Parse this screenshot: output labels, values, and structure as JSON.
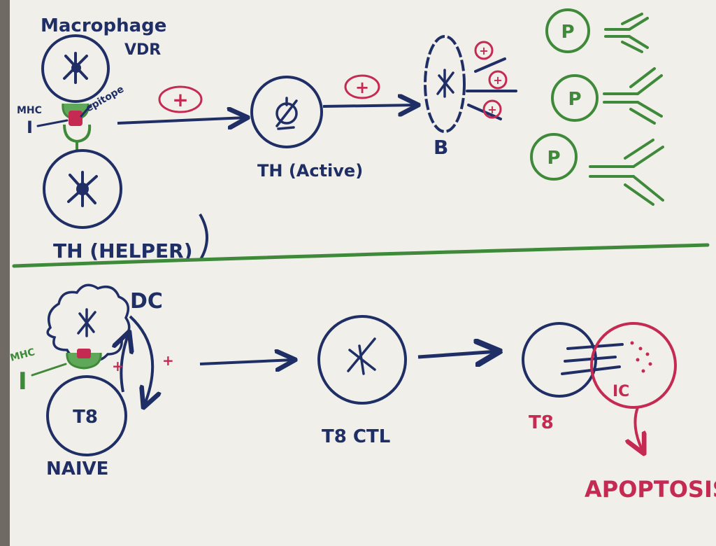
{
  "colors": {
    "canvas": "#f1efe9",
    "border": "#6f6a63",
    "navy": "#1f2f66",
    "red": "#c42a52",
    "green": "#3f8a3a"
  },
  "top": {
    "macrophage_label": "Macrophage",
    "vdr_label": "VDR",
    "mhc_label": "MHC",
    "mhc_class": "I",
    "epitope_label": "epitope",
    "helper_label": "TH (HELPER)",
    "plus_sign": "+",
    "active_label": "TH (Active)",
    "b_label": "B",
    "plasma_label": "P"
  },
  "bottom": {
    "dc_label": "DC",
    "mhc_label": "MHC",
    "mhc_class": "I",
    "naive_cell_label": "T8",
    "naive_label": "NAIVE",
    "plus_sign": "+",
    "ctl_label": "T8 CTL",
    "t8_label": "T8",
    "target_label": "IC",
    "apoptosis_label": "APOPTOSIS"
  }
}
